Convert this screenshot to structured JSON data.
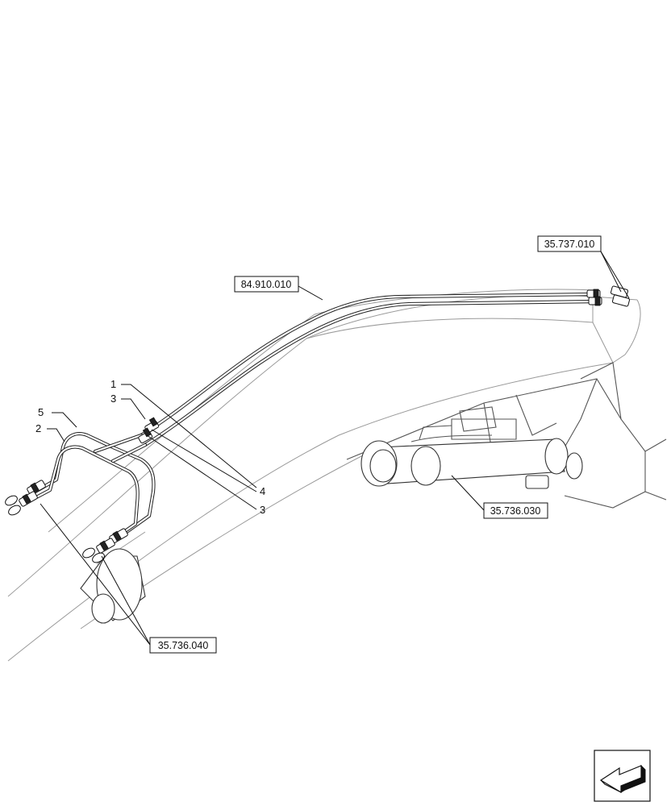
{
  "callouts": [
    {
      "id": "c1",
      "label": "1"
    },
    {
      "id": "c3a",
      "label": "3"
    },
    {
      "id": "c5",
      "label": "5"
    },
    {
      "id": "c2",
      "label": "2"
    },
    {
      "id": "c4",
      "label": "4"
    },
    {
      "id": "c3b",
      "label": "3"
    }
  ],
  "references": [
    {
      "id": "ref-84910010",
      "label": "84.910.010"
    },
    {
      "id": "ref-35737010",
      "label": "35.737.010"
    },
    {
      "id": "ref-35736030",
      "label": "35.736.030"
    },
    {
      "id": "ref-35736040",
      "label": "35.736.040"
    }
  ],
  "navigation": {
    "icon": "arrow-back-icon"
  }
}
